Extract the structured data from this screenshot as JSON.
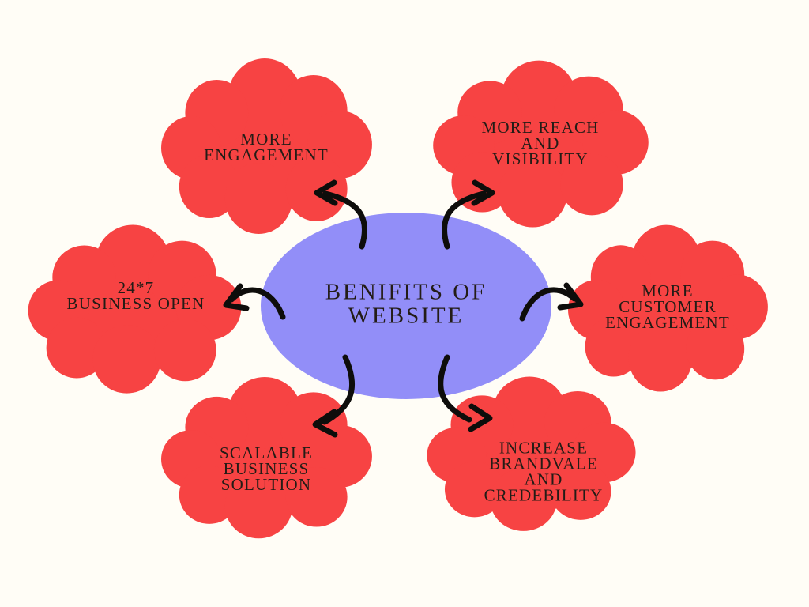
{
  "diagram": {
    "title": "BENIFITS OF\nWEBSITE",
    "nodes": [
      {
        "id": "more-engagement",
        "label": "MORE\nENGAGEMENT"
      },
      {
        "id": "more-reach-and-visibility",
        "label": "MORE REACH\nAND\nVISIBILITY"
      },
      {
        "id": "24-7-business-open",
        "label": "24*7\nBUSINESS OPEN"
      },
      {
        "id": "more-customer-engagement",
        "label": "MORE CUSTOMER\nENGAGEMENT"
      },
      {
        "id": "scalable-business-solution",
        "label": "SCALABLE\nBUSINESS\nSOLUTION"
      },
      {
        "id": "increase-brand-credibility",
        "label": "INCREASE\nBRANDVALE\nAND\nCREDEBILITY"
      }
    ],
    "colors": {
      "background": "#fffdf6",
      "cloud": "#f74343",
      "center": "#928ef8",
      "text": "#231c16",
      "arrow": "#0e0d0b"
    }
  }
}
